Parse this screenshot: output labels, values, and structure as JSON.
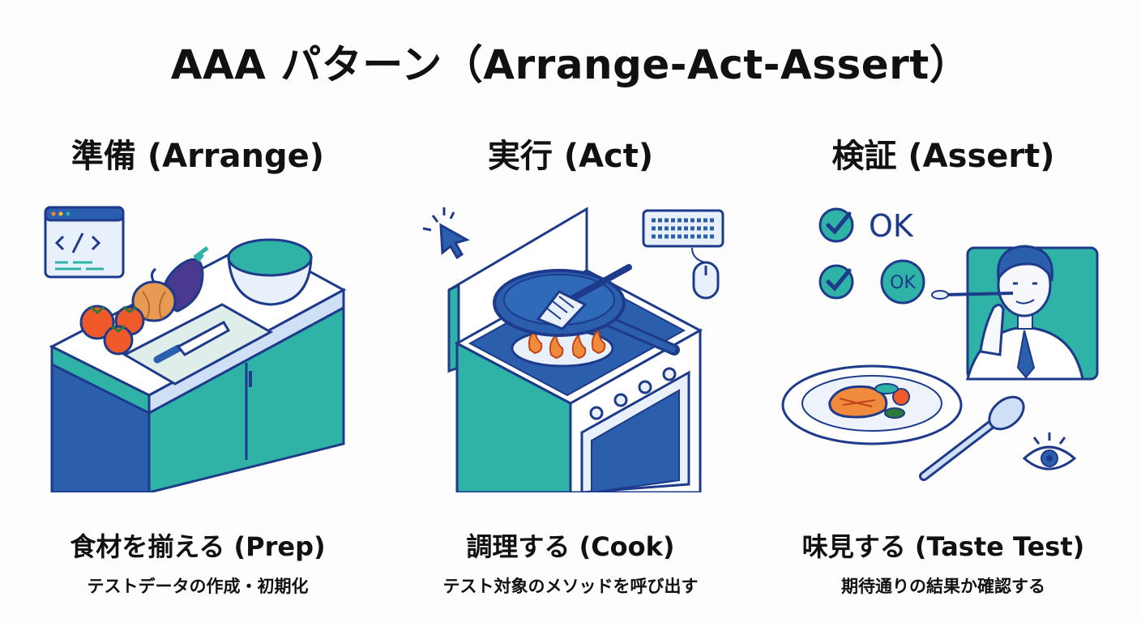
{
  "title": "AAA パターン（Arrange-Act-Assert）",
  "palette": {
    "navy": "#1e3a8a",
    "blue": "#2b5fae",
    "teal": "#2fb3a6",
    "light": "#e8f0fb",
    "orange": "#f08a3c"
  },
  "steps": [
    {
      "heading": "準備 (Arrange)",
      "caption": "食材を揃える (Prep)",
      "description": "テストデータの作成・初期化",
      "icons": [
        "code-window-icon",
        "tomato-icon",
        "onion-icon",
        "eggplant-icon",
        "bowl-icon",
        "knife-icon",
        "cutting-board-icon",
        "kitchen-counter-icon"
      ]
    },
    {
      "heading": "実行 (Act)",
      "caption": "調理する (Cook)",
      "description": "テスト対象のメソッドを呼び出す",
      "icons": [
        "cursor-click-icon",
        "keyboard-icon",
        "mouse-icon",
        "frying-pan-icon",
        "spatula-icon",
        "flame-icon",
        "stove-icon"
      ]
    },
    {
      "heading": "検証 (Assert)",
      "caption": "味見する (Taste Test)",
      "description": "期待通りの結果か確認する",
      "ok_labels": [
        "OK",
        "OK"
      ],
      "icons": [
        "check-icon",
        "person-tasting-icon",
        "plate-icon",
        "spoon-icon",
        "eye-icon"
      ]
    }
  ]
}
